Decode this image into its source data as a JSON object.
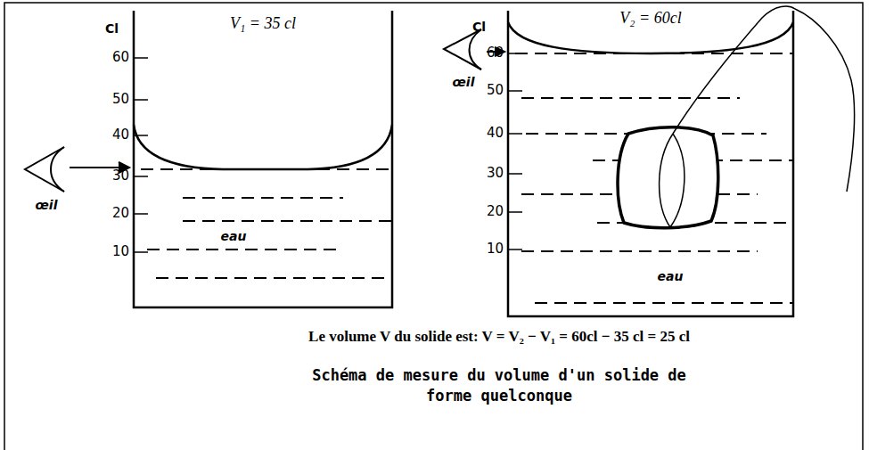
{
  "diagram": {
    "caption": "Schéma de mesure du volume d'un solide de forme quelconque",
    "labels": [
      "Cl",
      "V₁ = 35 cl",
      "60",
      "50",
      "40",
      "30",
      "20",
      "10",
      "œil",
      "eau",
      "Cl",
      "V₂ = 60cl",
      "60",
      "50",
      "40",
      "30",
      "20",
      "10",
      "œil",
      "eau",
      "Le volume V du solide est: V = V₂ − V₁ = 60cl − 35 cl = 25 cl"
    ]
  }
}
